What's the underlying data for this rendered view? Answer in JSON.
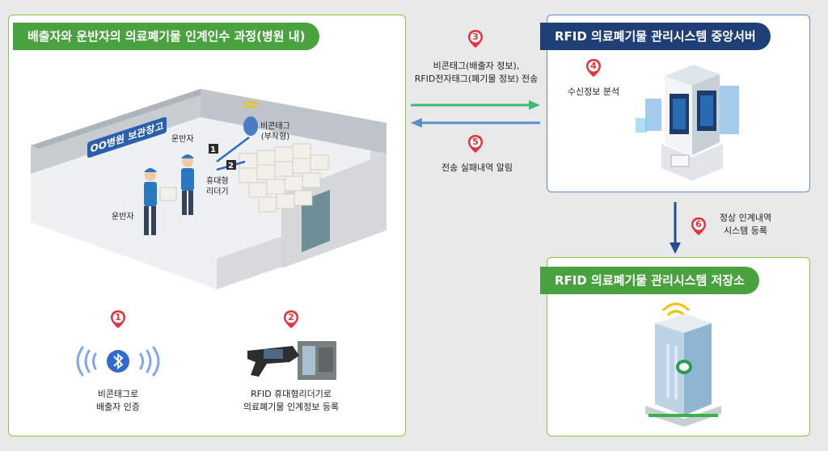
{
  "left_panel": {
    "title": "배출자와 운반자의 의료폐기물 인계인수 과정(병원 내)",
    "storage_sign": "OO병원 보관창고",
    "labels": {
      "carrier_top": "운반자",
      "carrier_left": "운반자",
      "beacon_tag": "비콘태그\n(부착형)",
      "handheld_reader": "휴대형\n리더기",
      "step1_box": "1",
      "step2_box": "2"
    },
    "steps": [
      {
        "num": "1",
        "text": "비콘태그로\n배출자 인증"
      },
      {
        "num": "2",
        "text": "RFID 휴대형리더기로\n의료폐기물 인계정보 등록"
      }
    ]
  },
  "middle": {
    "step3": {
      "num": "3",
      "text": "비콘태그(배출자 정보),\nRFID전자태그(폐기물 정보) 전송"
    },
    "step5": {
      "num": "5",
      "text": "전송 실패내역 알림"
    }
  },
  "server_panel": {
    "title": "RFID 의료폐기물 관리시스템 중앙서버",
    "step4": {
      "num": "4",
      "text": "수신정보 분석"
    }
  },
  "step6": {
    "num": "6",
    "text": "정상 인계내역\n시스템 등록"
  },
  "storage_panel": {
    "title": "RFID 의료폐기물 관리시스템 저장소"
  },
  "colors": {
    "green": "#4aa23f",
    "navy": "#1f3f77",
    "pin_red": "#e5323b",
    "arrow_green": "#3dbb6e",
    "arrow_blue": "#5b8fc9",
    "arrow_down": "#1f4f8f"
  }
}
